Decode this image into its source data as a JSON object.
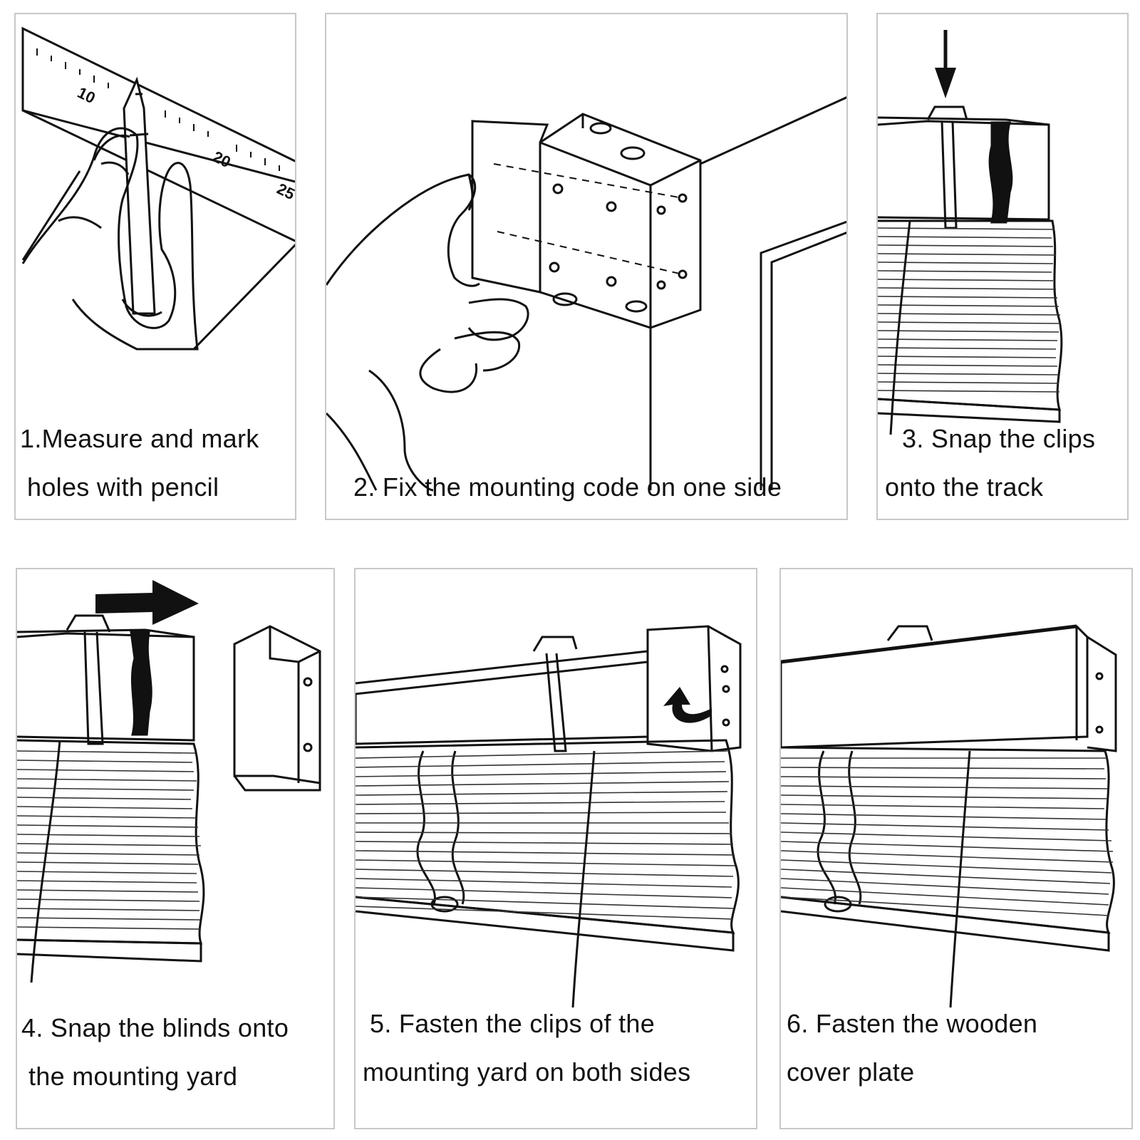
{
  "steps": [
    {
      "line1": "1.Measure and mark",
      "line2": "holes with pencil"
    },
    {
      "line1": "2. Fix the mounting code on one side"
    },
    {
      "line1": "3. Snap the clips",
      "line2": "onto the track"
    },
    {
      "line1": "4. Snap the blinds onto",
      "line2": "the mounting yard"
    },
    {
      "line1": "5. Fasten the clips of the",
      "line2": "mounting yard on both sides"
    },
    {
      "line1": "6. Fasten the wooden",
      "line2": "cover plate"
    }
  ],
  "ruler_marks": [
    "10",
    "20",
    "25"
  ]
}
